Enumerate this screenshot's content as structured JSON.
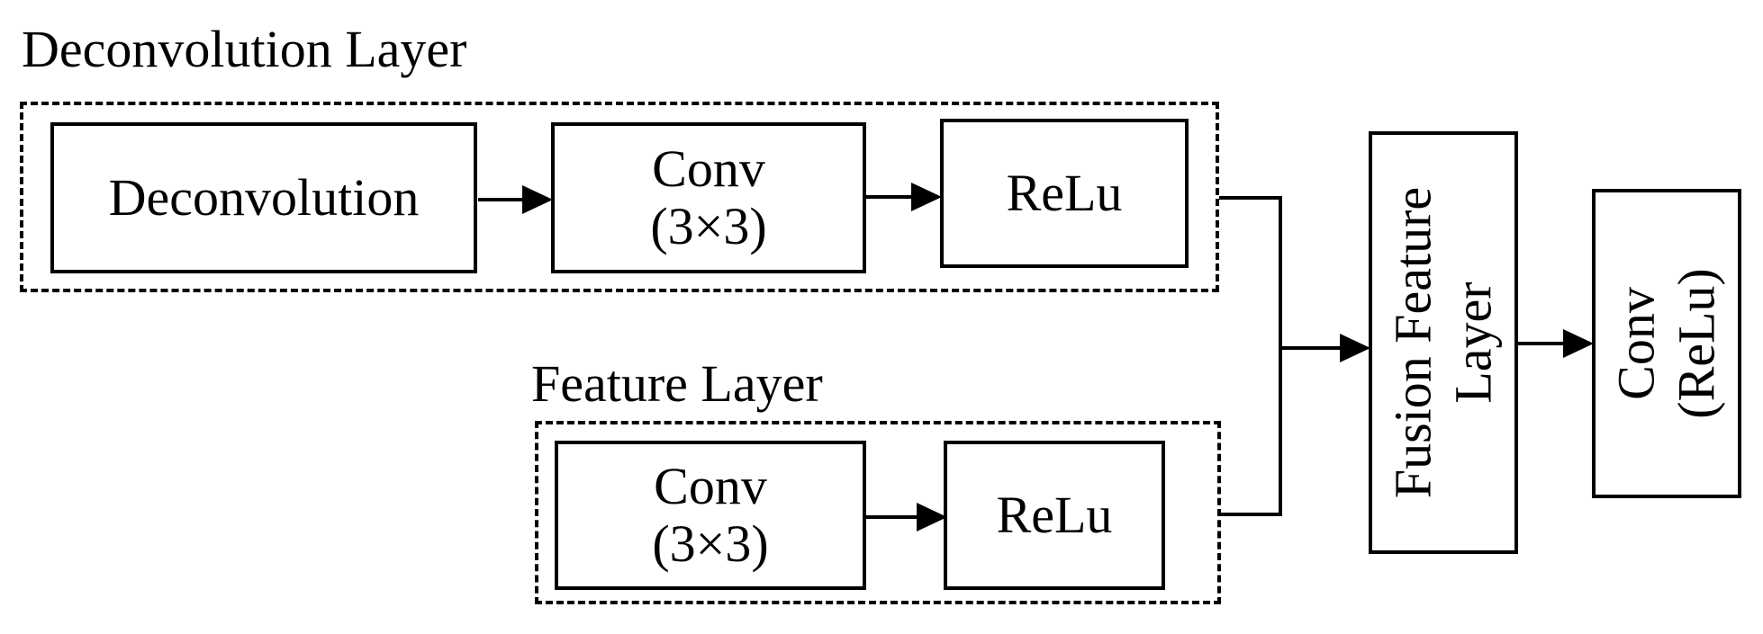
{
  "deconvolution_layer": {
    "title": "Deconvolution Layer",
    "blocks": [
      {
        "line1": "Deconvolution",
        "line2": ""
      },
      {
        "line1": "Conv",
        "line2": "(3×3)"
      },
      {
        "line1": "ReLu",
        "line2": ""
      }
    ]
  },
  "feature_layer": {
    "title": "Feature Layer",
    "blocks": [
      {
        "line1": "Conv",
        "line2": "(3×3)"
      },
      {
        "line1": "ReLu",
        "line2": ""
      }
    ]
  },
  "fusion_feature_layer": {
    "line1": "Fusion Feature",
    "line2": "Layer"
  },
  "output_conv": {
    "line1": "Conv",
    "line2": "(ReLu)"
  }
}
